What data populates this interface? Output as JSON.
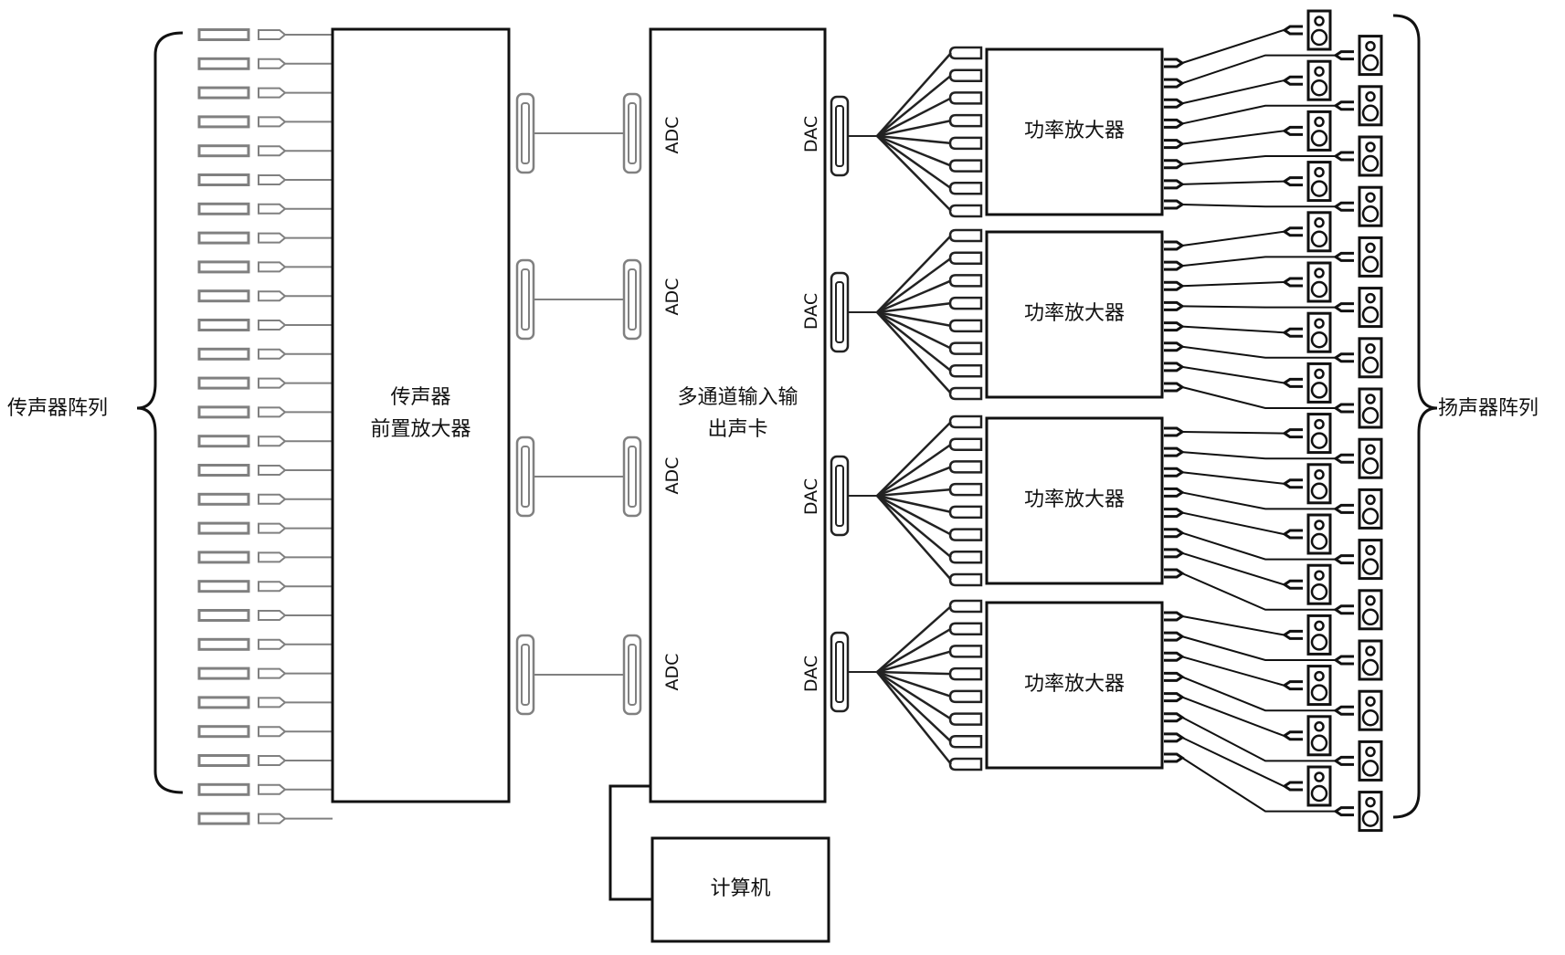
{
  "diagram": {
    "title": "传声器阵列—多通道声卡—扬声器阵列系统框图",
    "labels": {
      "mic_array": "传声器阵列",
      "preamp_line1": "传声器",
      "preamp_line2": "前置放大器",
      "soundcard_line1": "多通道输入输",
      "soundcard_line2": "出声卡",
      "computer": "计算机",
      "speaker_array": "扬声器阵列",
      "adc": "ADC",
      "dac": "DAC",
      "power_amp": "功率放大器"
    },
    "counts": {
      "microphones": 28,
      "adc_ports": 4,
      "dac_ports": 4,
      "power_amplifiers": 4,
      "amp_inputs_each": 8,
      "amp_outputs_each": 8,
      "speakers": 32
    },
    "colors": {
      "line": "#111111",
      "gray_component": "#808080"
    },
    "nodes": [
      {
        "id": "mic-array",
        "label_key": "mic_array"
      },
      {
        "id": "preamp",
        "label_key": "preamp"
      },
      {
        "id": "soundcard",
        "label_key": "soundcard"
      },
      {
        "id": "computer",
        "label_key": "computer"
      },
      {
        "id": "power-amp-1",
        "label_key": "power_amp"
      },
      {
        "id": "power-amp-2",
        "label_key": "power_amp"
      },
      {
        "id": "power-amp-3",
        "label_key": "power_amp"
      },
      {
        "id": "power-amp-4",
        "label_key": "power_amp"
      },
      {
        "id": "speaker-array",
        "label_key": "speaker_array"
      }
    ],
    "edges": [
      {
        "from": "mic-array",
        "to": "preamp"
      },
      {
        "from": "preamp",
        "to": "soundcard",
        "via": "ADC x4"
      },
      {
        "from": "soundcard",
        "to": "computer"
      },
      {
        "from": "soundcard",
        "to": "power-amp-1",
        "via": "DAC"
      },
      {
        "from": "soundcard",
        "to": "power-amp-2",
        "via": "DAC"
      },
      {
        "from": "soundcard",
        "to": "power-amp-3",
        "via": "DAC"
      },
      {
        "from": "soundcard",
        "to": "power-amp-4",
        "via": "DAC"
      },
      {
        "from": "power-amp-1",
        "to": "speaker-array"
      },
      {
        "from": "power-amp-2",
        "to": "speaker-array"
      },
      {
        "from": "power-amp-3",
        "to": "speaker-array"
      },
      {
        "from": "power-amp-4",
        "to": "speaker-array"
      }
    ]
  }
}
